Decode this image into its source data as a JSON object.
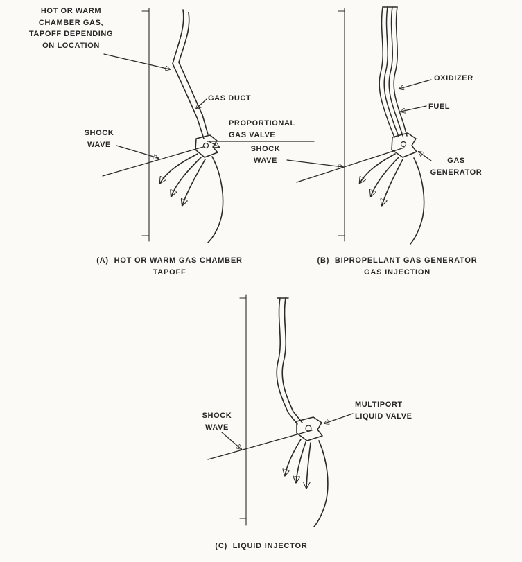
{
  "colors": {
    "paper": "#fbfaf6",
    "ink": "#2a2a2a"
  },
  "diagram_a": {
    "tapoff_label": "HOT OR WARM\nCHAMBER GAS,\nTAPOFF DEPENDING\nON LOCATION",
    "gas_duct_label": "GAS DUCT",
    "shock_wave_label": "SHOCK\nWAVE",
    "valve_label": "PROPORTIONAL\nGAS VALVE",
    "caption": "(A)  HOT OR WARM GAS CHAMBER\nTAPOFF"
  },
  "diagram_b": {
    "oxidizer_label": "OXIDIZER",
    "fuel_label": "FUEL",
    "shock_wave_label": "SHOCK\nWAVE",
    "gas_generator_label": "GAS\nGENERATOR",
    "caption": "(B)  BIPROPELLANT GAS GENERATOR\nGAS INJECTION"
  },
  "diagram_c": {
    "shock_wave_label": "SHOCK\nWAVE",
    "valve_label": "MULTIPORT\nLIQUID VALVE",
    "caption": "(C)  LIQUID INJECTOR"
  }
}
